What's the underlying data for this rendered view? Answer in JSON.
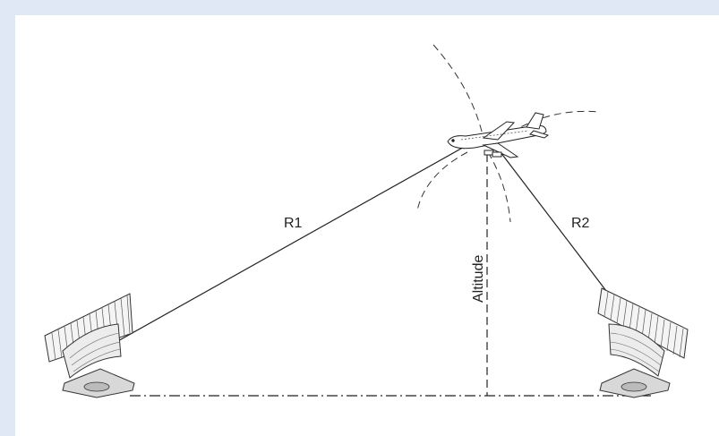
{
  "labels": {
    "r1": "R1",
    "r2": "R2",
    "altitude": "Altitude"
  },
  "colors": {
    "background": "#dfe8f4",
    "panel": "#ffffff",
    "ink": "#222222"
  }
}
